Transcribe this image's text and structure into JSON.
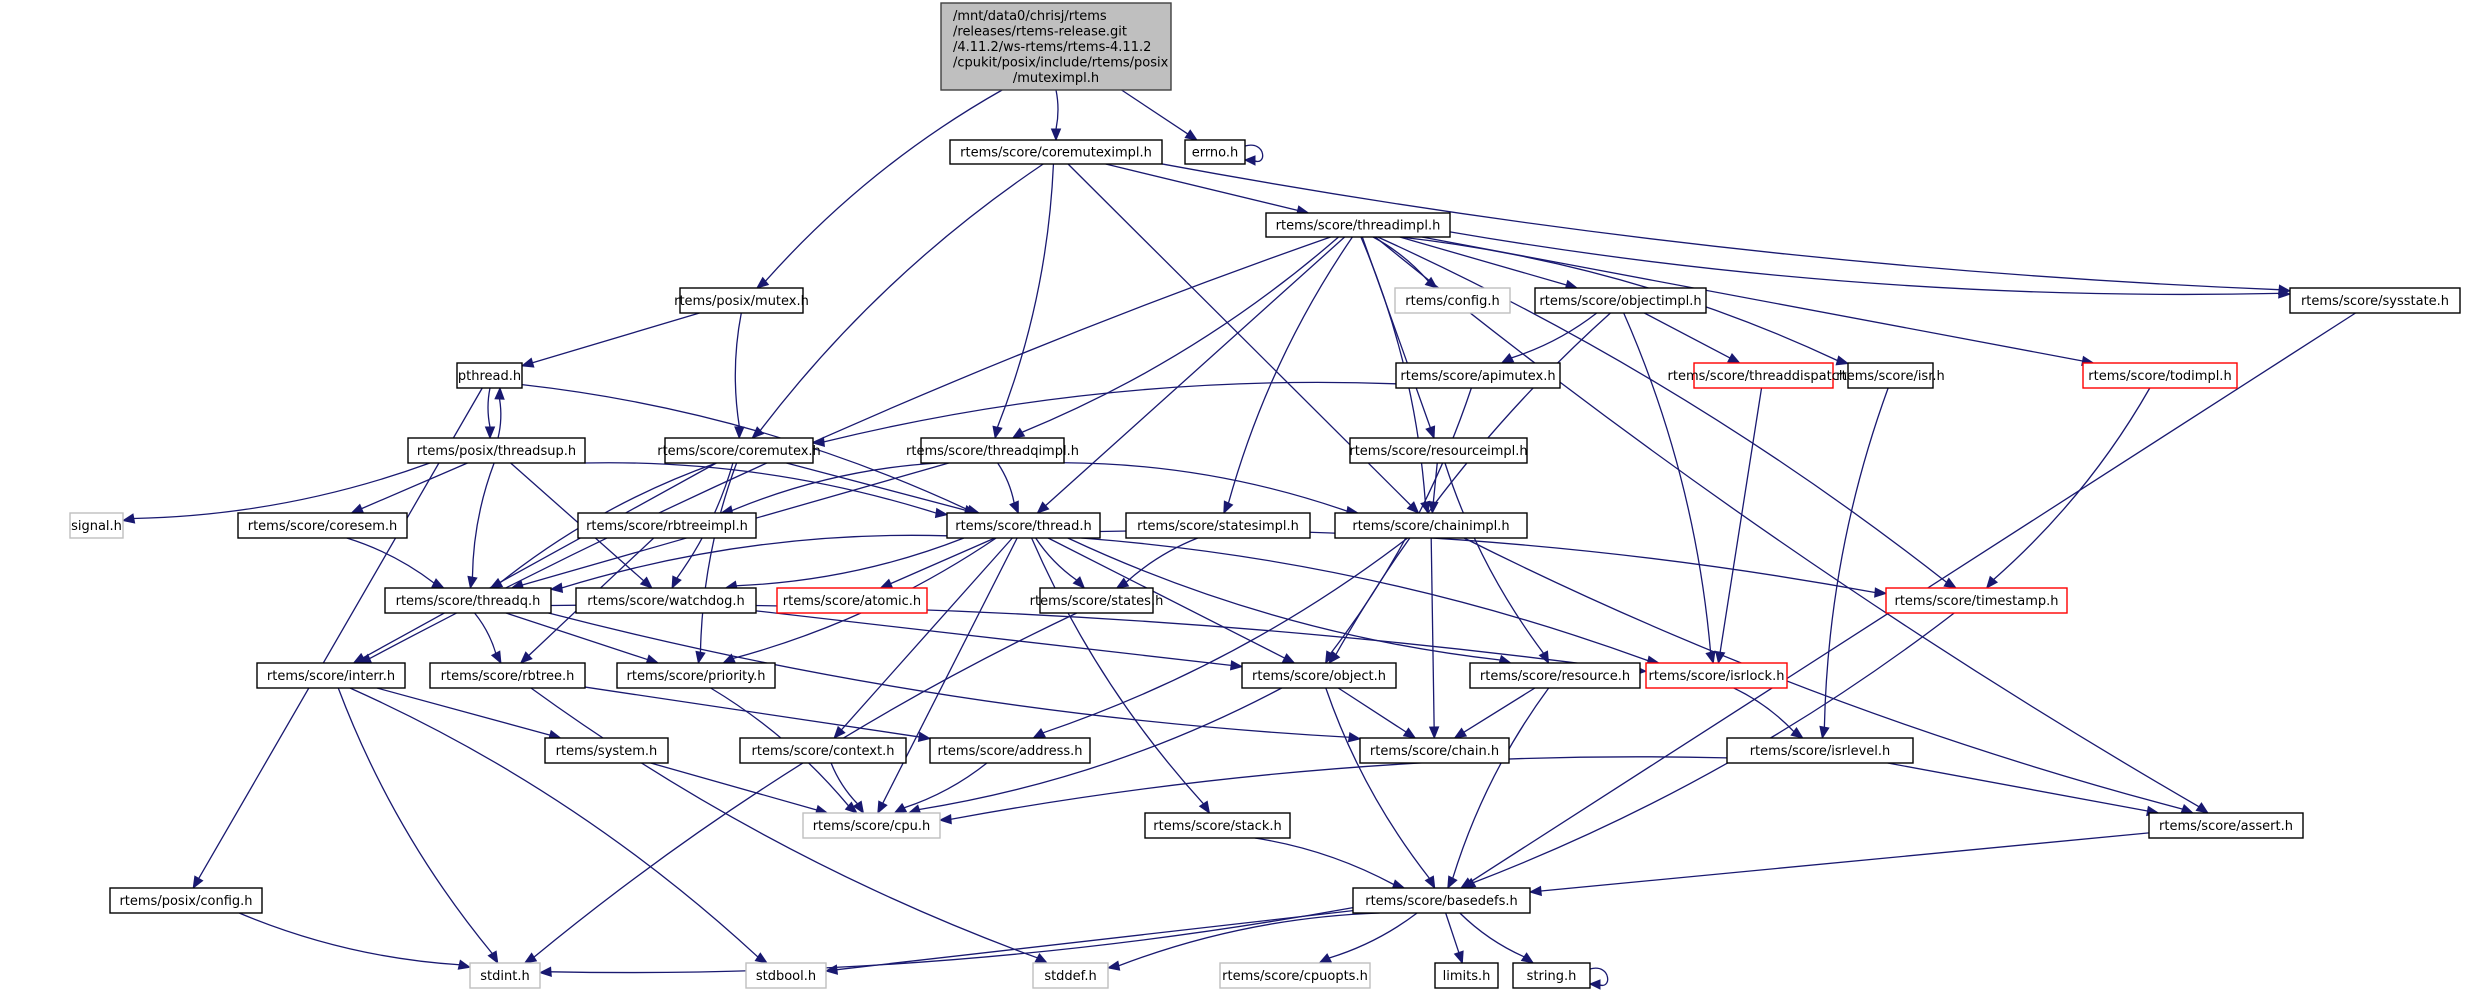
{
  "title": "Include dependency graph for muteximpl.h",
  "colors": {
    "edge": "#191970",
    "root_fill": "#bfbfbf",
    "documented_border": "#000000",
    "external_border": "#bfbfbf",
    "truncated_border": "#ff0000"
  },
  "nodes": [
    {
      "id": "root",
      "kind": "root",
      "lines": [
        "/mnt/data0/chrisj/rtems",
        "/releases/rtems-release.git",
        "/4.11.2/ws-rtems/rtems-4.11.2",
        "/cpukit/posix/include/rtems/posix",
        "/muteximpl.h"
      ]
    },
    {
      "id": "coremuteximpl",
      "kind": "doc",
      "lines": [
        "rtems/score/coremuteximpl.h"
      ]
    },
    {
      "id": "errno",
      "kind": "doc",
      "lines": [
        "errno.h"
      ]
    },
    {
      "id": "threadimpl",
      "kind": "doc",
      "lines": [
        "rtems/score/threadimpl.h"
      ]
    },
    {
      "id": "posixmutex",
      "kind": "doc",
      "lines": [
        "rtems/posix/mutex.h"
      ]
    },
    {
      "id": "rtemsconfig",
      "kind": "ext",
      "lines": [
        "rtems/config.h"
      ]
    },
    {
      "id": "objectimpl",
      "kind": "doc",
      "lines": [
        "rtems/score/objectimpl.h"
      ]
    },
    {
      "id": "sysstate",
      "kind": "doc",
      "lines": [
        "rtems/score/sysstate.h"
      ]
    },
    {
      "id": "pthread",
      "kind": "doc",
      "lines": [
        "pthread.h"
      ]
    },
    {
      "id": "apimutex",
      "kind": "doc",
      "lines": [
        "rtems/score/apimutex.h"
      ]
    },
    {
      "id": "threaddispatch",
      "kind": "trunc",
      "lines": [
        "rtems/score/threaddispatch.h"
      ]
    },
    {
      "id": "isr",
      "kind": "doc",
      "lines": [
        "rtems/score/isr.h"
      ]
    },
    {
      "id": "todimpl",
      "kind": "trunc",
      "lines": [
        "rtems/score/todimpl.h"
      ]
    },
    {
      "id": "threadsup",
      "kind": "doc",
      "lines": [
        "rtems/posix/threadsup.h"
      ]
    },
    {
      "id": "coremutex",
      "kind": "doc",
      "lines": [
        "rtems/score/coremutex.h"
      ]
    },
    {
      "id": "threadqimpl",
      "kind": "doc",
      "lines": [
        "rtems/score/threadqimpl.h"
      ]
    },
    {
      "id": "resourceimpl",
      "kind": "doc",
      "lines": [
        "rtems/score/resourceimpl.h"
      ]
    },
    {
      "id": "signal",
      "kind": "ext",
      "lines": [
        "signal.h"
      ]
    },
    {
      "id": "coresem",
      "kind": "doc",
      "lines": [
        "rtems/score/coresem.h"
      ]
    },
    {
      "id": "rbtreeimpl",
      "kind": "doc",
      "lines": [
        "rtems/score/rbtreeimpl.h"
      ]
    },
    {
      "id": "thread",
      "kind": "doc",
      "lines": [
        "rtems/score/thread.h"
      ]
    },
    {
      "id": "statesimpl",
      "kind": "doc",
      "lines": [
        "rtems/score/statesimpl.h"
      ]
    },
    {
      "id": "chainimpl",
      "kind": "doc",
      "lines": [
        "rtems/score/chainimpl.h"
      ]
    },
    {
      "id": "threadq",
      "kind": "doc",
      "lines": [
        "rtems/score/threadq.h"
      ]
    },
    {
      "id": "watchdog",
      "kind": "doc",
      "lines": [
        "rtems/score/watchdog.h"
      ]
    },
    {
      "id": "atomic",
      "kind": "trunc",
      "lines": [
        "rtems/score/atomic.h"
      ]
    },
    {
      "id": "states",
      "kind": "doc",
      "lines": [
        "rtems/score/states.h"
      ]
    },
    {
      "id": "timestamp",
      "kind": "trunc",
      "lines": [
        "rtems/score/timestamp.h"
      ]
    },
    {
      "id": "interr",
      "kind": "doc",
      "lines": [
        "rtems/score/interr.h"
      ]
    },
    {
      "id": "rbtree",
      "kind": "doc",
      "lines": [
        "rtems/score/rbtree.h"
      ]
    },
    {
      "id": "priority",
      "kind": "doc",
      "lines": [
        "rtems/score/priority.h"
      ]
    },
    {
      "id": "object",
      "kind": "doc",
      "lines": [
        "rtems/score/object.h"
      ]
    },
    {
      "id": "resource",
      "kind": "doc",
      "lines": [
        "rtems/score/resource.h"
      ]
    },
    {
      "id": "isrlock",
      "kind": "trunc",
      "lines": [
        "rtems/score/isrlock.h"
      ]
    },
    {
      "id": "system",
      "kind": "doc",
      "lines": [
        "rtems/system.h"
      ]
    },
    {
      "id": "context",
      "kind": "doc",
      "lines": [
        "rtems/score/context.h"
      ]
    },
    {
      "id": "address",
      "kind": "doc",
      "lines": [
        "rtems/score/address.h"
      ]
    },
    {
      "id": "chain",
      "kind": "doc",
      "lines": [
        "rtems/score/chain.h"
      ]
    },
    {
      "id": "isrlevel",
      "kind": "doc",
      "lines": [
        "rtems/score/isrlevel.h"
      ]
    },
    {
      "id": "cpu",
      "kind": "ext",
      "lines": [
        "rtems/score/cpu.h"
      ]
    },
    {
      "id": "stack",
      "kind": "doc",
      "lines": [
        "rtems/score/stack.h"
      ]
    },
    {
      "id": "assert",
      "kind": "doc",
      "lines": [
        "rtems/score/assert.h"
      ]
    },
    {
      "id": "posixconfig",
      "kind": "doc",
      "lines": [
        "rtems/posix/config.h"
      ]
    },
    {
      "id": "basedefs",
      "kind": "doc",
      "lines": [
        "rtems/score/basedefs.h"
      ]
    },
    {
      "id": "stdint",
      "kind": "ext",
      "lines": [
        "stdint.h"
      ]
    },
    {
      "id": "stdbool",
      "kind": "ext",
      "lines": [
        "stdbool.h"
      ]
    },
    {
      "id": "stddef",
      "kind": "ext",
      "lines": [
        "stddef.h"
      ]
    },
    {
      "id": "cpuopts",
      "kind": "ext",
      "lines": [
        "rtems/score/cpuopts.h"
      ]
    },
    {
      "id": "limits",
      "kind": "doc",
      "lines": [
        "limits.h"
      ]
    },
    {
      "id": "string",
      "kind": "doc",
      "lines": [
        "string.h"
      ]
    }
  ],
  "edges": [
    [
      "root",
      "coremuteximpl"
    ],
    [
      "root",
      "errno"
    ],
    [
      "root",
      "posixmutex"
    ],
    [
      "errno",
      "errno"
    ],
    [
      "coremuteximpl",
      "threadimpl"
    ],
    [
      "coremuteximpl",
      "coremutex"
    ],
    [
      "coremuteximpl",
      "threadqimpl"
    ],
    [
      "coremuteximpl",
      "chainimpl"
    ],
    [
      "coremuteximpl",
      "sysstate"
    ],
    [
      "threadimpl",
      "rtemsconfig"
    ],
    [
      "threadimpl",
      "objectimpl"
    ],
    [
      "threadimpl",
      "sysstate"
    ],
    [
      "threadimpl",
      "isr"
    ],
    [
      "threadimpl",
      "todimpl"
    ],
    [
      "threadimpl",
      "interr"
    ],
    [
      "threadimpl",
      "threadqimpl"
    ],
    [
      "threadimpl",
      "thread"
    ],
    [
      "threadimpl",
      "statesimpl"
    ],
    [
      "threadimpl",
      "chainimpl"
    ],
    [
      "threadimpl",
      "resourceimpl"
    ],
    [
      "threadimpl",
      "assert"
    ],
    [
      "threadimpl",
      "timestamp"
    ],
    [
      "posixmutex",
      "pthread"
    ],
    [
      "posixmutex",
      "coremutex"
    ],
    [
      "objectimpl",
      "apimutex"
    ],
    [
      "objectimpl",
      "threaddispatch"
    ],
    [
      "objectimpl",
      "object"
    ],
    [
      "objectimpl",
      "isrlock"
    ],
    [
      "sysstate",
      "basedefs"
    ],
    [
      "pthread",
      "threadsup"
    ],
    [
      "pthread",
      "thread"
    ],
    [
      "pthread",
      "posixconfig"
    ],
    [
      "threadsup",
      "pthread"
    ],
    [
      "threadsup",
      "signal"
    ],
    [
      "threadsup",
      "coresem"
    ],
    [
      "threadsup",
      "threadq"
    ],
    [
      "threadsup",
      "thread"
    ],
    [
      "threadsup",
      "watchdog"
    ],
    [
      "apimutex",
      "coremutex"
    ],
    [
      "apimutex",
      "object"
    ],
    [
      "threaddispatch",
      "isrlock"
    ],
    [
      "isr",
      "isrlevel"
    ],
    [
      "todimpl",
      "timestamp"
    ],
    [
      "coremutex",
      "thread"
    ],
    [
      "coremutex",
      "threadq"
    ],
    [
      "coremutex",
      "watchdog"
    ],
    [
      "coremutex",
      "interr"
    ],
    [
      "coremutex",
      "priority"
    ],
    [
      "threadqimpl",
      "thread"
    ],
    [
      "threadqimpl",
      "threadq"
    ],
    [
      "threadqimpl",
      "rbtreeimpl"
    ],
    [
      "threadqimpl",
      "chainimpl"
    ],
    [
      "resourceimpl",
      "chainimpl"
    ],
    [
      "resourceimpl",
      "resource"
    ],
    [
      "coresem",
      "threadq"
    ],
    [
      "rbtreeimpl",
      "rbtree"
    ],
    [
      "thread",
      "threadq"
    ],
    [
      "thread",
      "watchdog"
    ],
    [
      "thread",
      "atomic"
    ],
    [
      "thread",
      "states"
    ],
    [
      "thread",
      "priority"
    ],
    [
      "thread",
      "object"
    ],
    [
      "thread",
      "resource"
    ],
    [
      "thread",
      "isrlock"
    ],
    [
      "thread",
      "context"
    ],
    [
      "thread",
      "stack"
    ],
    [
      "thread",
      "timestamp"
    ],
    [
      "thread",
      "cpu"
    ],
    [
      "statesimpl",
      "states"
    ],
    [
      "chainimpl",
      "address"
    ],
    [
      "chainimpl",
      "chain"
    ],
    [
      "chainimpl",
      "assert"
    ],
    [
      "threadq",
      "rbtree"
    ],
    [
      "threadq",
      "priority"
    ],
    [
      "threadq",
      "chain"
    ],
    [
      "threadq",
      "isrlock"
    ],
    [
      "watchdog",
      "object"
    ],
    [
      "states",
      "stdint"
    ],
    [
      "timestamp",
      "basedefs"
    ],
    [
      "interr",
      "system"
    ],
    [
      "interr",
      "stdint"
    ],
    [
      "interr",
      "stdbool"
    ],
    [
      "rbtree",
      "address"
    ],
    [
      "rbtree",
      "stddef"
    ],
    [
      "priority",
      "cpu"
    ],
    [
      "object",
      "chain"
    ],
    [
      "object",
      "basedefs"
    ],
    [
      "object",
      "cpu"
    ],
    [
      "resource",
      "chain"
    ],
    [
      "resource",
      "basedefs"
    ],
    [
      "isrlock",
      "isrlevel"
    ],
    [
      "system",
      "cpu"
    ],
    [
      "context",
      "cpu"
    ],
    [
      "address",
      "cpu"
    ],
    [
      "isrlevel",
      "assert"
    ],
    [
      "isrlevel",
      "cpu"
    ],
    [
      "stack",
      "basedefs"
    ],
    [
      "assert",
      "basedefs"
    ],
    [
      "posixconfig",
      "stdint"
    ],
    [
      "basedefs",
      "stdint"
    ],
    [
      "basedefs",
      "stdbool"
    ],
    [
      "basedefs",
      "stddef"
    ],
    [
      "basedefs",
      "cpuopts"
    ],
    [
      "basedefs",
      "limits"
    ],
    [
      "basedefs",
      "string"
    ],
    [
      "string",
      "string"
    ]
  ]
}
